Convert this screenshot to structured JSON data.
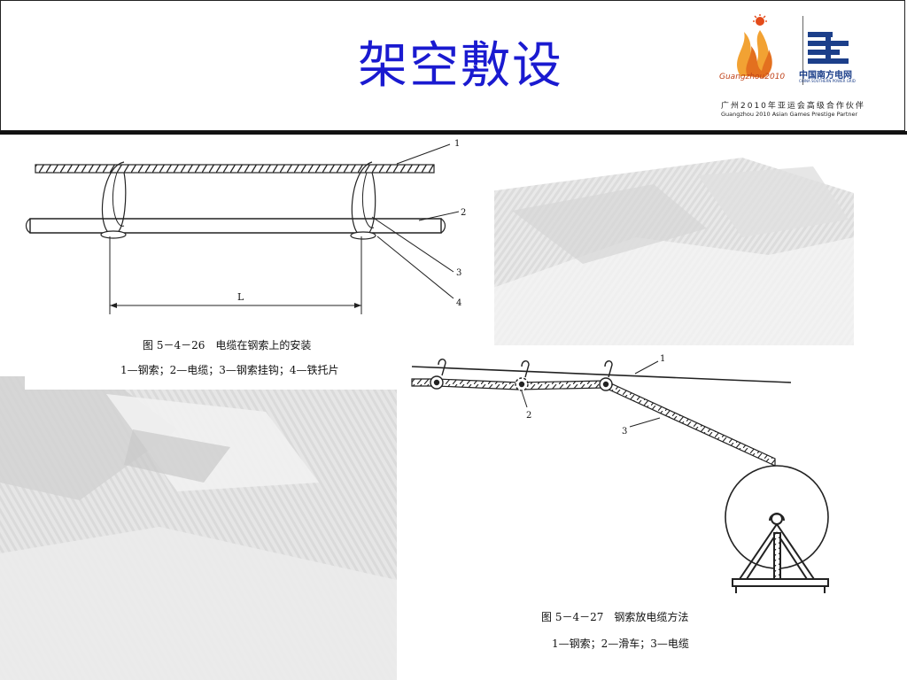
{
  "slide": {
    "title": "架空敷设"
  },
  "logo": {
    "games_mark": "Guangzhou2010",
    "company_cn": "中国南方电网",
    "company_en": "CHINA SOUTHERN POWER GRID",
    "partner_cn": "广州2010年亚运会高级合作伙伴",
    "partner_en": "Guangzhou 2010 Asian Games Prestige Partner"
  },
  "figure1": {
    "caption": "图 5－4－26　电缆在钢索上的安装",
    "legend": "1—钢索；2—电缆；3—钢索挂钩；4—铁托片",
    "labels": [
      "1",
      "2",
      "3",
      "4"
    ],
    "dimension_label": "L"
  },
  "figure2": {
    "caption": "图 5－4－27　钢索放电缆方法",
    "legend": "1—钢索；2—滑车；3—电缆",
    "labels": [
      "1",
      "2",
      "3"
    ]
  }
}
